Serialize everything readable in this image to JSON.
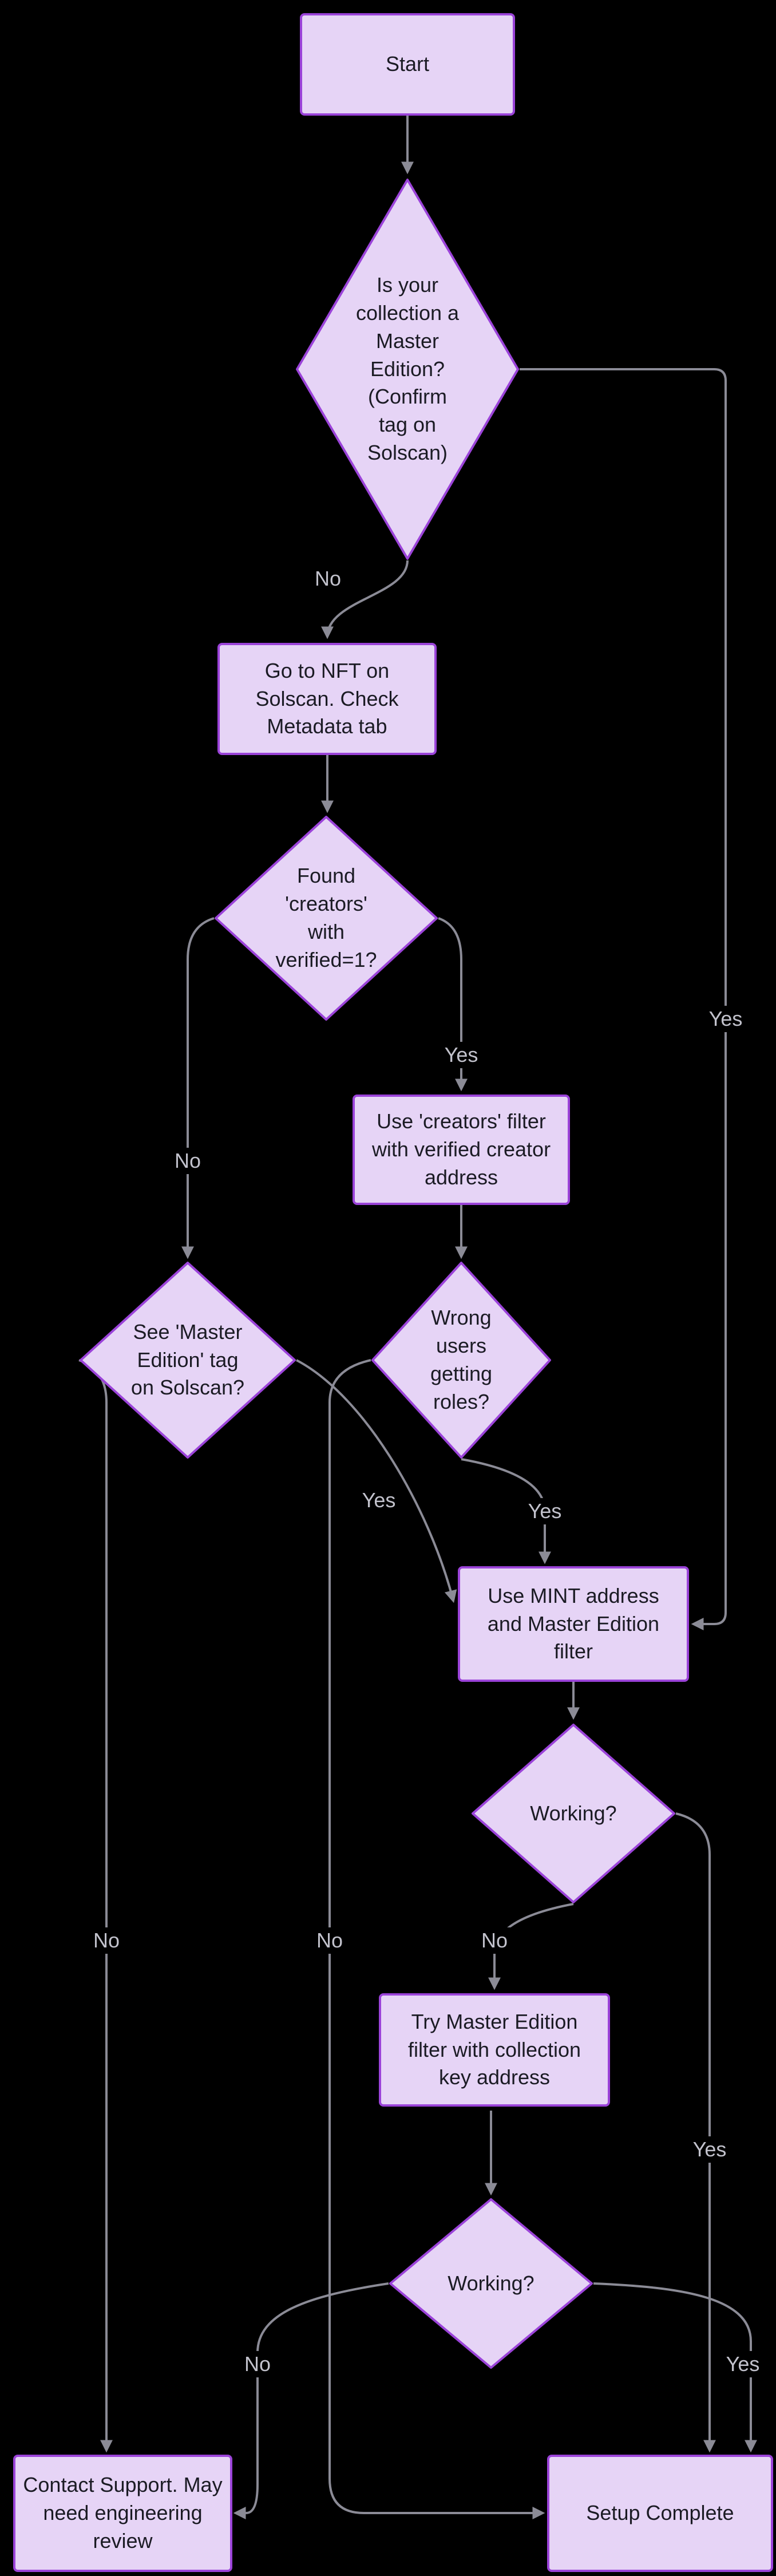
{
  "theme": {
    "bg": "#000000",
    "node_fill": "#e6d4f6",
    "node_stroke": "#9b43d9",
    "node_text": "#1b1b24",
    "edge_color": "#8b8b96",
    "edge_label_color": "#c2c2cc",
    "edge_label_bg": "#000000"
  },
  "nodes": {
    "start": {
      "label": "Start"
    },
    "is_master_edition": {
      "label": "Is your\ncollection a\nMaster\nEdition?\n(Confirm\ntag on\nSolscan)"
    },
    "goto_nft": {
      "label": "Go to NFT on\nSolscan. Check\nMetadata tab"
    },
    "found_creators": {
      "label": "Found\n'creators'\nwith\nverified=1?"
    },
    "use_creators_filter": {
      "label": "Use 'creators' filter\nwith verified creator\naddress"
    },
    "see_master_tag": {
      "label": "See 'Master\nEdition' tag\non Solscan?"
    },
    "wrong_users": {
      "label": "Wrong\nusers\ngetting\nroles?"
    },
    "use_mint_address": {
      "label": "Use MINT address\nand Master Edition\nfilter"
    },
    "working_1": {
      "label": "Working?"
    },
    "try_master_filter": {
      "label": "Try Master Edition\nfilter with collection\nkey address"
    },
    "working_2": {
      "label": "Working?"
    },
    "contact_support": {
      "label": "Contact Support. May\nneed engineering\nreview"
    },
    "setup_complete": {
      "label": "Setup Complete"
    }
  },
  "edges": [
    {
      "from": "start",
      "to": "is_master_edition",
      "label": ""
    },
    {
      "from": "is_master_edition",
      "to": "goto_nft",
      "label": "No"
    },
    {
      "from": "is_master_edition",
      "to": "use_mint_address",
      "label": "Yes"
    },
    {
      "from": "goto_nft",
      "to": "found_creators",
      "label": ""
    },
    {
      "from": "found_creators",
      "to": "use_creators_filter",
      "label": "Yes"
    },
    {
      "from": "found_creators",
      "to": "see_master_tag",
      "label": "No"
    },
    {
      "from": "use_creators_filter",
      "to": "wrong_users",
      "label": ""
    },
    {
      "from": "see_master_tag",
      "to": "use_mint_address",
      "label": "Yes"
    },
    {
      "from": "wrong_users",
      "to": "use_mint_address",
      "label": "Yes"
    },
    {
      "from": "wrong_users",
      "to": "setup_complete",
      "label": "No"
    },
    {
      "from": "see_master_tag",
      "to": "contact_support",
      "label": "No"
    },
    {
      "from": "use_mint_address",
      "to": "working_1",
      "label": ""
    },
    {
      "from": "working_1",
      "to": "try_master_filter",
      "label": "No"
    },
    {
      "from": "working_1",
      "to": "setup_complete",
      "label": "Yes"
    },
    {
      "from": "try_master_filter",
      "to": "working_2",
      "label": ""
    },
    {
      "from": "working_2",
      "to": "setup_complete",
      "label": "Yes"
    },
    {
      "from": "working_2",
      "to": "contact_support",
      "label": "No"
    }
  ]
}
